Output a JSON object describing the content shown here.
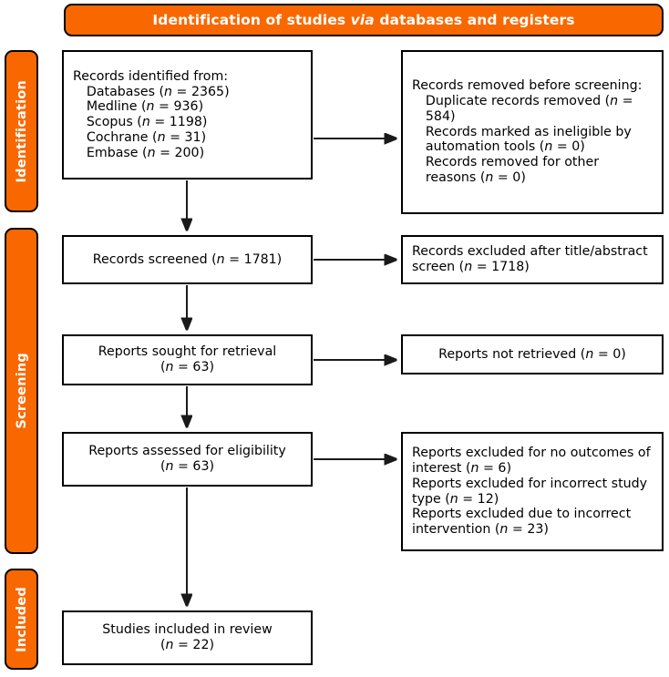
{
  "banner": {
    "text_before": "Identification of studies ",
    "text_italic": "via",
    "text_after": " databases and registers"
  },
  "stages": [
    {
      "id": "identification",
      "label": "Identification"
    },
    {
      "id": "screening",
      "label": "Screening"
    },
    {
      "id": "included",
      "label": "Included"
    }
  ],
  "colors": {
    "accent_orange": "#F96800",
    "box_border": "#000000",
    "banner_text": "#FFFFFF",
    "page_background": "#FFFFFF"
  },
  "boxes": {
    "identified": {
      "heading": "Records identified from:",
      "items": [
        {
          "label": "Databases",
          "n": "2365"
        },
        {
          "label": "Medline",
          "n": "936"
        },
        {
          "label": "Scopus",
          "n": "1198"
        },
        {
          "label": "Cochrane",
          "n": "31"
        },
        {
          "label": "Embase",
          "n": "200"
        }
      ]
    },
    "removed": {
      "heading": "Records removed before screening:",
      "items": [
        {
          "label": "Duplicate records removed",
          "n": "584"
        },
        {
          "label": "Records marked as ineligible by automation tools",
          "n": "0"
        },
        {
          "label": "Records removed for other reasons",
          "n": "0"
        }
      ]
    },
    "screened": {
      "label": "Records screened",
      "n": "1781"
    },
    "excluded_title_abstract": {
      "label": "Records excluded after title/abstract screen",
      "n": "1718"
    },
    "sought": {
      "label": "Reports sought for retrieval",
      "n": "63"
    },
    "not_retrieved": {
      "label": "Reports not retrieved",
      "n": "0"
    },
    "assessed": {
      "label": "Reports assessed for eligibility",
      "n": "63"
    },
    "excluded_reasons": {
      "items": [
        {
          "label": "Reports excluded for no outcomes of interest",
          "n": "6"
        },
        {
          "label": "Reports excluded for incorrect study type",
          "n": "12"
        },
        {
          "label": "Reports excluded due to incorrect intervention",
          "n": "23"
        }
      ]
    },
    "included": {
      "label": "Studies included in review",
      "n": "22"
    }
  }
}
